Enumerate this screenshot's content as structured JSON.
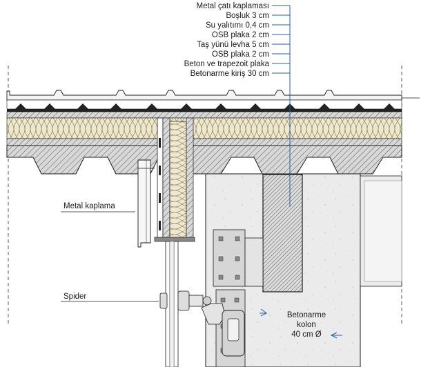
{
  "layer_labels": [
    "Metal çatı kaplaması",
    "Boşluk 3 cm",
    "Su yalıtımı 0,4 cm",
    "OSB plaka 2 cm",
    "Taş yünü levha 5 cm",
    "OSB plaka 2 cm",
    "Beton ve trapezoit plaka",
    "Betonarme kiriş 30 cm"
  ],
  "side_labels": {
    "metal_cladding": "Metal kaplama",
    "spider": "Spider"
  },
  "column_label": {
    "line1": "Betonarme",
    "line2": "kolon",
    "line3": "40 cm Ø"
  },
  "colors": {
    "leader_blue": "#1f5fa8",
    "insulation": "#efe8cc",
    "concrete": "#e9e9e9",
    "hatch": "#555555",
    "outline": "#1a1a1a"
  }
}
